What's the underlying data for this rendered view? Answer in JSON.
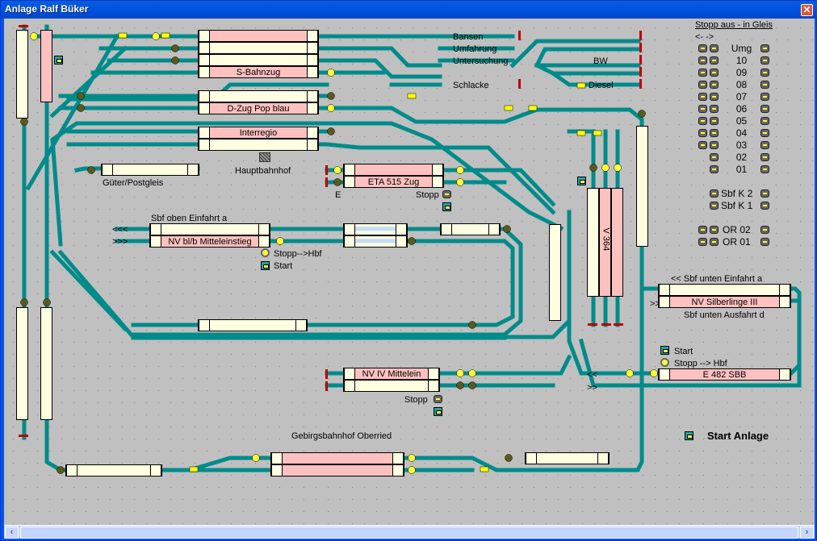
{
  "window": {
    "title": "Anlage Ralf Büker",
    "close_icon": "close-icon"
  },
  "tracks": {
    "bansen": "Bansen",
    "umfahrung": "Umfahrung",
    "untersuchung": "Untersuchung",
    "schlacke": "Schlacke",
    "bw": "BW",
    "diesel": "Diesel",
    "hauptbahnhof": "Hauptbahnhof",
    "gueter": "Güter/Postgleis",
    "e_label": "E",
    "sbf_oben": "Sbf oben Einfahrt a",
    "sbf_unten_a": "<< Sbf unten Einfahrt a",
    "sbf_unten_d": "Sbf unten Ausfahrt d",
    "gebirgsbahnhof": "Gebirgsbahnhof Oberried",
    "arrow_left": "<<<",
    "arrow_right": ">>>",
    "arrow_l2": "<<",
    "arrow_r2": ">>"
  },
  "trains": {
    "s_bahn": "S-Bahnzug",
    "d_zug": "D-Zug Pop blau",
    "interregio": "Interregio",
    "eta": "ETA 515 Zug",
    "nv_mitte": "NV bl/b Mitteleinstieg",
    "v364": "V 364",
    "nv_silber": "NV Silberlinge III",
    "e482": "E 482 SBB",
    "nv_iv": "NV IV Mittelein"
  },
  "controls": {
    "stopp": "Stopp",
    "stopp_hbf": "Stopp-->Hbf",
    "start": "Start",
    "stopp_hbf2": "Stopp --> Hbf",
    "start_anlage": "Start Anlage"
  },
  "panel": {
    "title": "Stopp aus - in Gleis",
    "arrows": "<-  ->",
    "rows": [
      "Umg",
      "10",
      "09",
      "08",
      "07",
      "06",
      "05",
      "04",
      "03",
      "02",
      "01"
    ],
    "sbf": [
      "Sbf K 2",
      "Sbf K 1"
    ],
    "or": [
      "OR 02",
      "OR 01"
    ]
  },
  "colors": {
    "track": "#008b8b",
    "switch": "#ffff00",
    "block_free": "#ffffe1",
    "block_occupied": "#ffc0c0"
  }
}
